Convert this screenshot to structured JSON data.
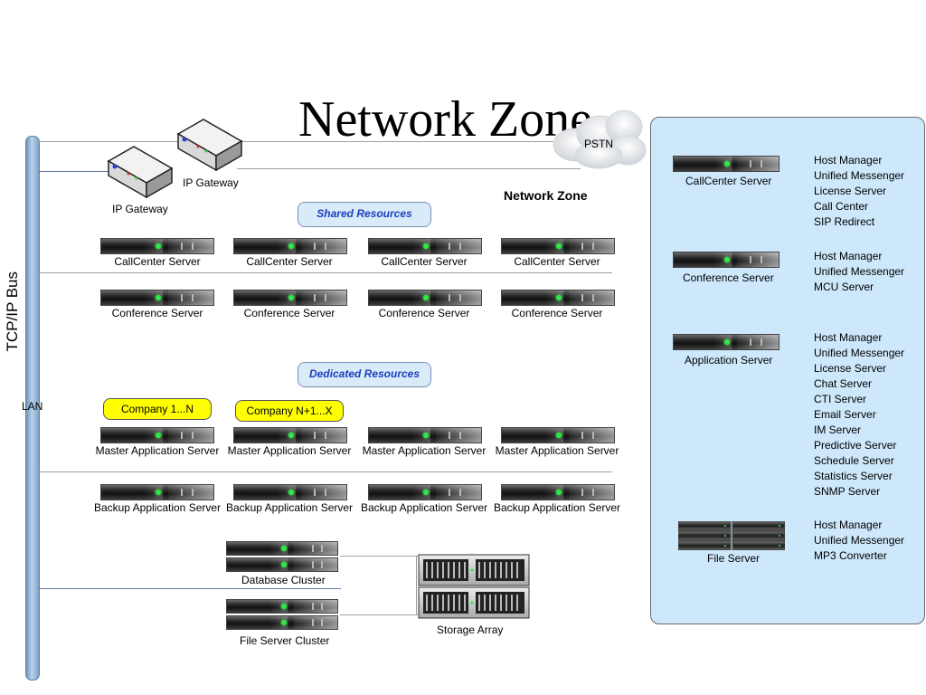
{
  "title": "Network Zone",
  "network_zone_label": "Network Zone",
  "pstn": "PSTN",
  "bus_label": "TCP/IP Bus",
  "lan_label": "LAN",
  "gateways": [
    {
      "label": "IP Gateway"
    },
    {
      "label": "IP Gateway"
    }
  ],
  "shared_resources": "Shared Resources",
  "dedicated_resources": "Dedicated Resources",
  "company_tags": [
    "Company 1...N",
    "Company N+1...X"
  ],
  "rows": {
    "callcenter": [
      "CallCenter Server",
      "CallCenter Server",
      "CallCenter Server",
      "CallCenter Server"
    ],
    "conference": [
      "Conference Server",
      "Conference Server",
      "Conference Server",
      "Conference Server"
    ],
    "master": [
      "Master Application Server",
      "Master Application Server",
      "Master Application Server",
      "Master Application Server"
    ],
    "backup": [
      "Backup Application Server",
      "Backup Application Server",
      "Backup Application Server",
      "Backup Application Server"
    ]
  },
  "database_cluster": "Database Cluster",
  "file_server_cluster": "File Server Cluster",
  "storage_array": "Storage Array",
  "legend_panel": {
    "groups": [
      {
        "server": "CallCenter Server",
        "services": [
          "Host Manager",
          "Unified Messenger",
          "License Server",
          "Call Center",
          "SIP Redirect"
        ]
      },
      {
        "server": "Conference Server",
        "services": [
          "Host Manager",
          "Unified Messenger",
          "MCU Server"
        ]
      },
      {
        "server": "Application Server",
        "services": [
          "Host Manager",
          "Unified Messenger",
          "License Server",
          "Chat Server",
          "CTI Server",
          "Email Server",
          "IM Server",
          "Predictive Server",
          "Schedule Server",
          "Statistics Server",
          "SNMP Server"
        ]
      },
      {
        "server": "File Server",
        "services": [
          "Host Manager",
          "Unified Messenger",
          "MP3 Converter"
        ]
      }
    ]
  },
  "colors": {
    "panel_bg": "#cde8fb",
    "pill_blue": "#d9eaf8",
    "pill_text": "#1a3fbf",
    "company_tag": "#ffff00",
    "led": "#2ee84a"
  }
}
